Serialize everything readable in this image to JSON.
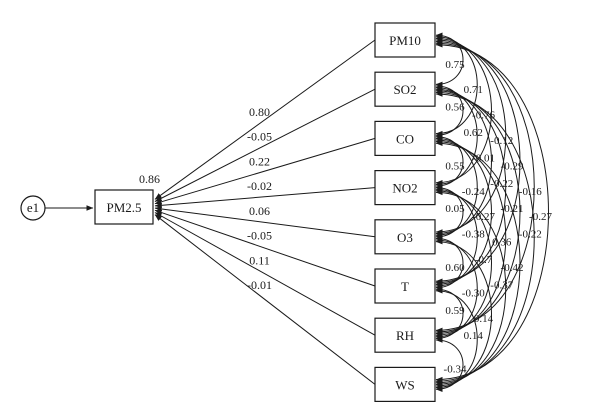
{
  "diagram": {
    "error_term": "e1",
    "outcome": "PM2.5",
    "r_squared": "0.86",
    "predictors": [
      "PM10",
      "SO2",
      "CO",
      "NO2",
      "O3",
      "T",
      "RH",
      "WS"
    ],
    "path_coefficients": [
      "0.80",
      "-0.05",
      "0.22",
      "-0.02",
      "0.06",
      "-0.05",
      "0.11",
      "-0.01"
    ],
    "correlations": [
      {
        "from": "PM10",
        "to": "SO2",
        "value": "0.75"
      },
      {
        "from": "PM10",
        "to": "CO",
        "value": "0.71"
      },
      {
        "from": "PM10",
        "to": "NO2",
        "value": "-0.76"
      },
      {
        "from": "PM10",
        "to": "O3",
        "value": "-0.12"
      },
      {
        "from": "PM10",
        "to": "T",
        "value": "-0.29"
      },
      {
        "from": "PM10",
        "to": "RH",
        "value": "-0.16"
      },
      {
        "from": "PM10",
        "to": "WS",
        "value": "-0.27"
      },
      {
        "from": "SO2",
        "to": "CO",
        "value": "0.56"
      },
      {
        "from": "SO2",
        "to": "NO2",
        "value": "0.62"
      },
      {
        "from": "SO2",
        "to": "O3",
        "value": "-0.01"
      },
      {
        "from": "SO2",
        "to": "T",
        "value": "-0.22"
      },
      {
        "from": "SO2",
        "to": "RH",
        "value": "-0.21"
      },
      {
        "from": "SO2",
        "to": "WS",
        "value": "-0.22"
      },
      {
        "from": "CO",
        "to": "NO2",
        "value": "0.55"
      },
      {
        "from": "CO",
        "to": "O3",
        "value": "-0.24"
      },
      {
        "from": "CO",
        "to": "T",
        "value": "-0.27"
      },
      {
        "from": "CO",
        "to": "RH",
        "value": "0.36"
      },
      {
        "from": "CO",
        "to": "WS",
        "value": "-0.42"
      },
      {
        "from": "NO2",
        "to": "O3",
        "value": "0.05"
      },
      {
        "from": "NO2",
        "to": "T",
        "value": "-0.38"
      },
      {
        "from": "NO2",
        "to": "RH",
        "value": "-0.7"
      },
      {
        "from": "NO2",
        "to": "WS",
        "value": "-0.37"
      },
      {
        "from": "O3",
        "to": "T",
        "value": "0.60"
      },
      {
        "from": "O3",
        "to": "RH",
        "value": "-0.30"
      },
      {
        "from": "O3",
        "to": "WS",
        "value": "0.14"
      },
      {
        "from": "T",
        "to": "RH",
        "value": "0.59"
      },
      {
        "from": "T",
        "to": "WS",
        "value": "0.14"
      },
      {
        "from": "RH",
        "to": "WS",
        "value": "-0.34"
      }
    ]
  }
}
